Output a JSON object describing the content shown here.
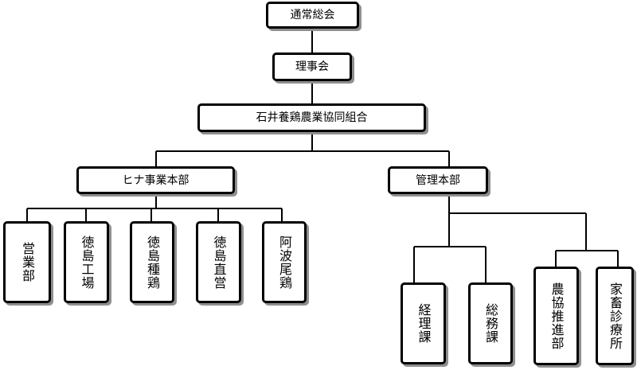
{
  "org_chart": {
    "general_meeting": "通常総会",
    "board": "理事会",
    "cooperative": "石井養鶏農業協同組合",
    "hina_division": "ヒナ事業本部",
    "admin_division": "管理本部",
    "hina_units": [
      "営業部",
      "徳島工場",
      "徳島種鶏",
      "徳島直営",
      "阿波尾鶏"
    ],
    "admin_sections": [
      "経理課",
      "総務課"
    ],
    "admin_units": [
      "農協推進部",
      "家畜診療所"
    ]
  }
}
